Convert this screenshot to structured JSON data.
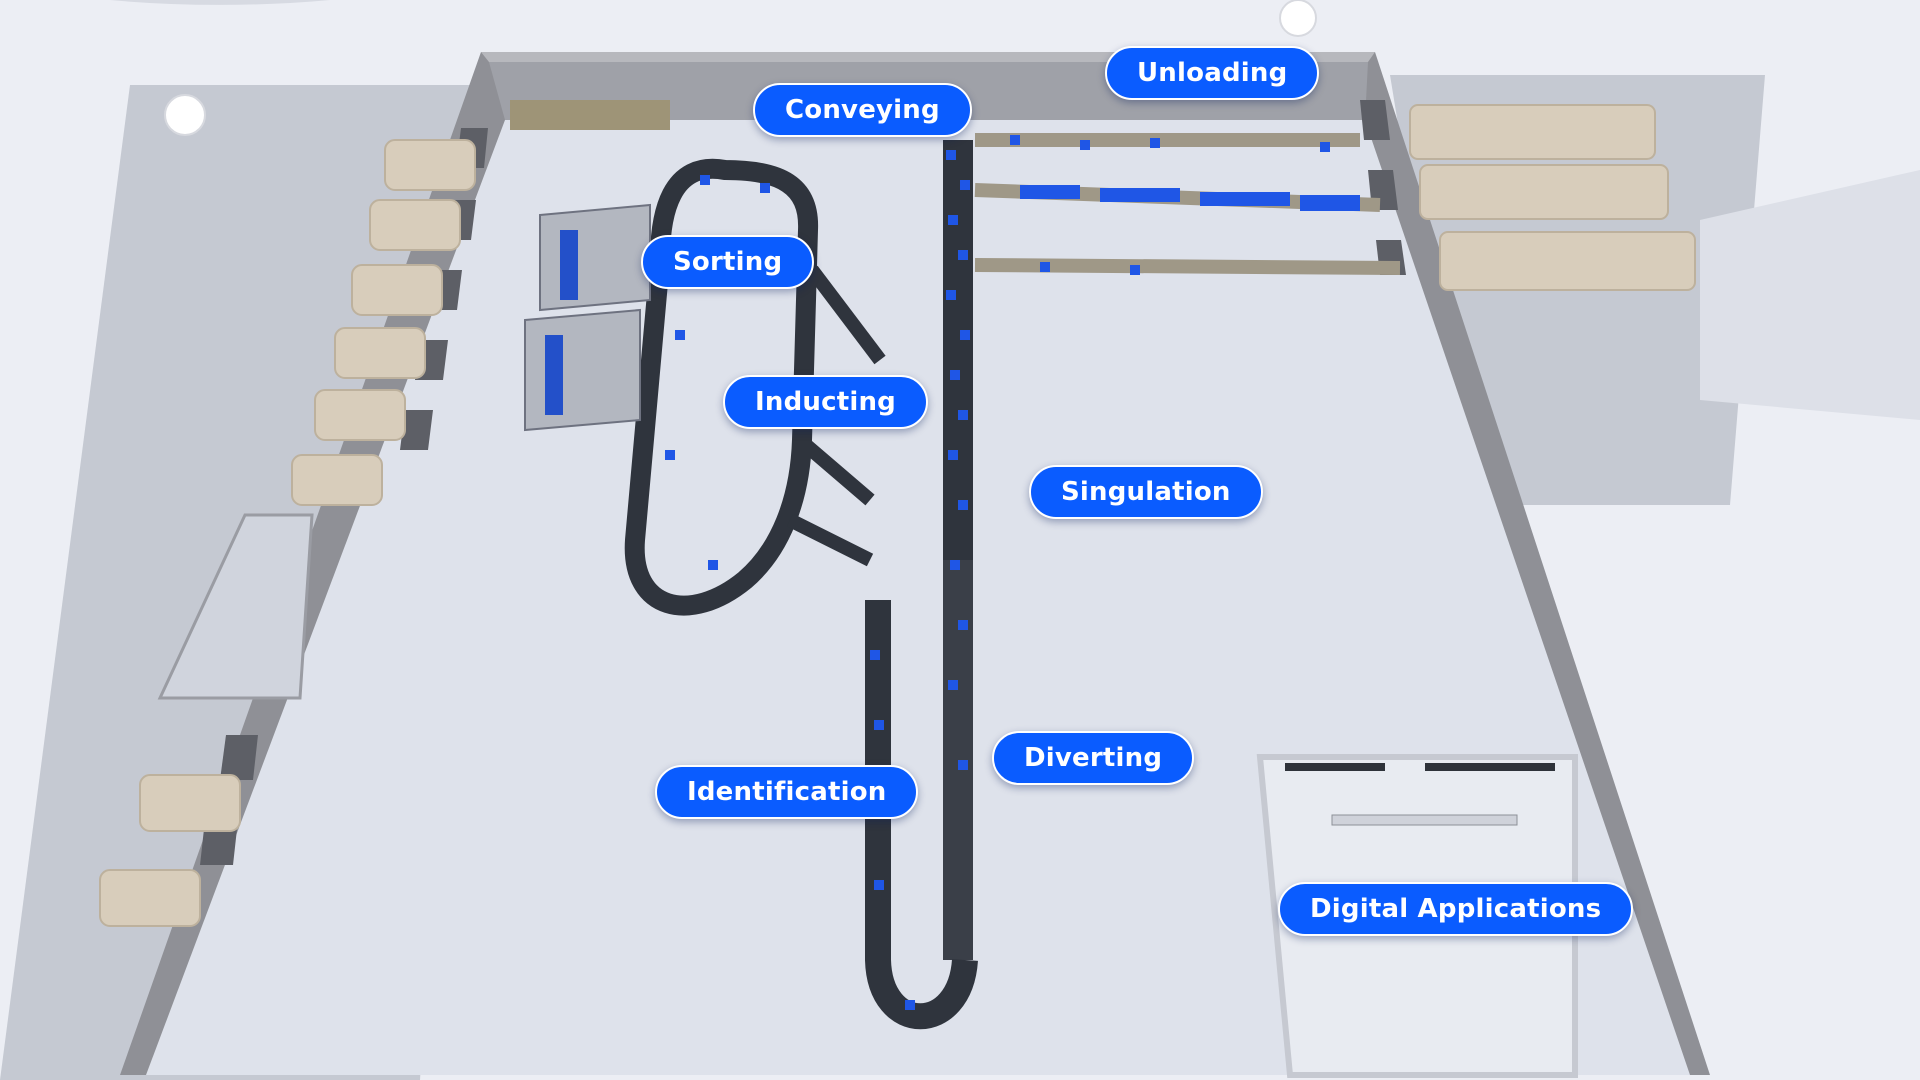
{
  "colors": {
    "hotspot_background": "#0a5cff",
    "hotspot_text": "#ffffff",
    "hotspot_border": "#ffffff",
    "floor": "#dfe3ec",
    "wall": "#9b9ca2",
    "conveyor_belt": "#2f343d",
    "parcel": "#1f56e6",
    "truck": "#d7ccba"
  },
  "hotspots": {
    "unloading": "Unloading",
    "conveying": "Conveying",
    "sorting": "Sorting",
    "inducting": "Inducting",
    "singulation": "Singulation",
    "diverting": "Diverting",
    "identification": "Identification",
    "digital_applications": "Digital Applications"
  },
  "icons": {
    "tree": "tree-icon",
    "truck": "truck-icon",
    "parcel": "parcel-icon"
  }
}
